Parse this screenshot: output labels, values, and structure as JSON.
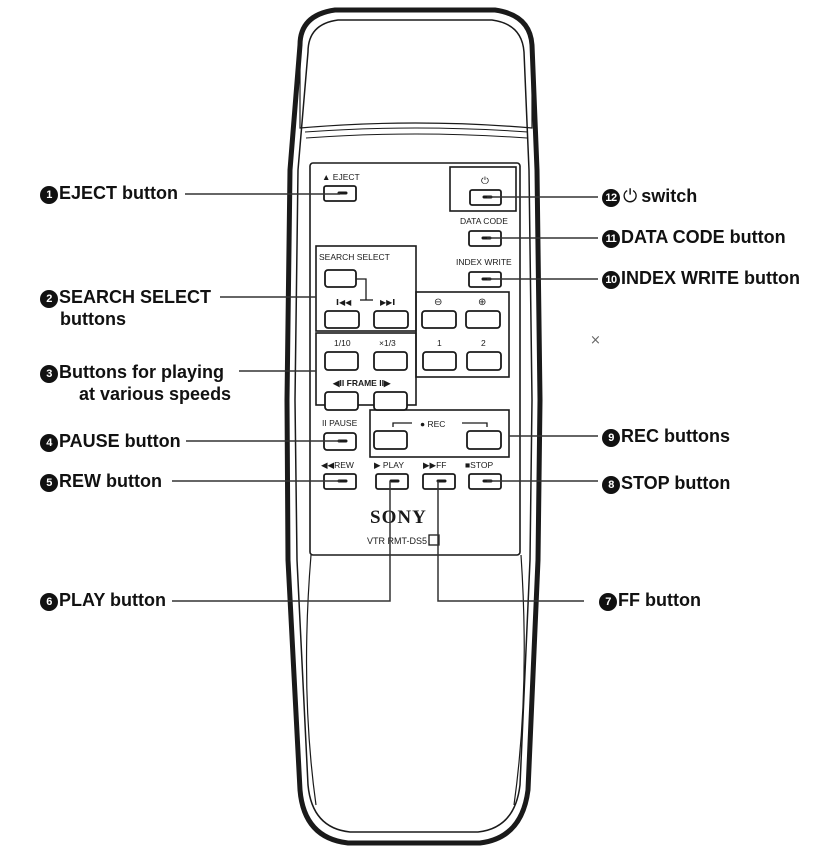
{
  "callouts": [
    {
      "num": "1",
      "text": "EJECT button"
    },
    {
      "num": "2",
      "text": "SEARCH SELECT",
      "text2": "buttons"
    },
    {
      "num": "3",
      "text": "Buttons for playing",
      "text2": "at various speeds"
    },
    {
      "num": "4",
      "text": "PAUSE button"
    },
    {
      "num": "5",
      "text": "REW button"
    },
    {
      "num": "6",
      "text": "PLAY button"
    },
    {
      "num": "7",
      "text": "FF button"
    },
    {
      "num": "8",
      "text": "STOP button"
    },
    {
      "num": "9",
      "text": "REC buttons"
    },
    {
      "num": "10",
      "text": "INDEX WRITE button"
    },
    {
      "num": "11",
      "text": "DATA CODE button"
    },
    {
      "num": "12",
      "text": "switch",
      "icon": "power-icon"
    }
  ],
  "remote": {
    "eject_label": "▲ EJECT",
    "search_select_label": "SEARCH SELECT",
    "prev_label": "I◀◀",
    "next_label": "▶▶I",
    "minus_label": "⊖",
    "plus_label": "⊕",
    "speed_1_10": "1/10",
    "speed_1_3": "×1/3",
    "speed_1": "1",
    "speed_2": "2",
    "frame_label": "◀II FRAME II▶",
    "pause_label": "II PAUSE",
    "rec_label": "● REC",
    "rew_label": "◀◀REW",
    "play_label": "▶ PLAY",
    "ff_label": "▶▶FF",
    "stop_label": "■STOP",
    "power_symbol": "⏻",
    "data_code_label": "DATA CODE",
    "index_write_label": "INDEX WRITE",
    "brand": "SONY",
    "model": "VTR RMT-DS5"
  },
  "marks": {
    "cross": "×"
  },
  "colors": {
    "ink": "#111111",
    "outline": "#1a1a1a",
    "body": "#ffffff"
  }
}
